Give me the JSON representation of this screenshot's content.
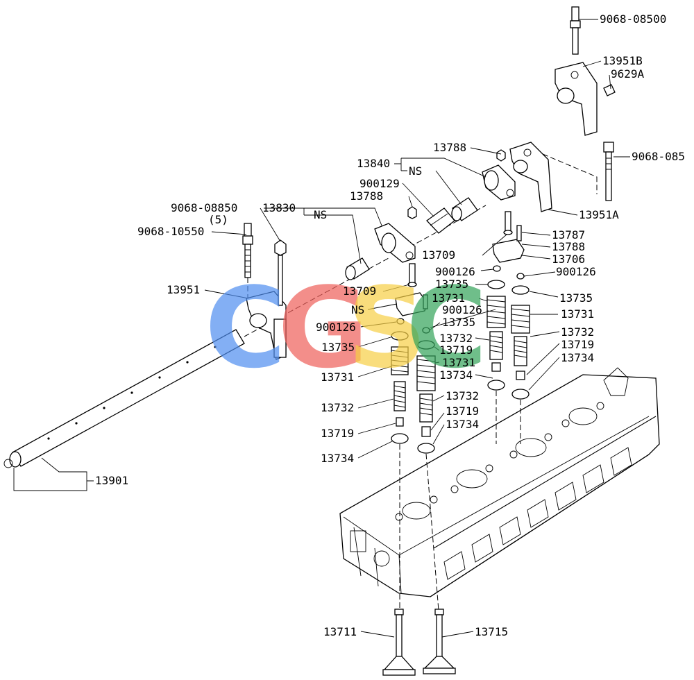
{
  "labels": {
    "p9068_08500": "9068-08500",
    "p13951B": "13951B",
    "p9629A": "9629A",
    "p13788_top": "13788",
    "p9068_085": "9068-085",
    "p13840": "13840",
    "ns_top": "NS",
    "p900129": "900129",
    "p13788_mid": "13788",
    "p13951A": "13951A",
    "p9068_08850": "9068-08850",
    "p13830": "13830",
    "ns_mid": "NS",
    "qty5": "(5)",
    "p9068_10550": "9068-10550",
    "p13787": "13787",
    "p13709_r": "13709",
    "p13788_r": "13788",
    "p13706": "13706",
    "p900126_l": "900126",
    "p900126_r": "900126",
    "p13735_a": "13735",
    "p13735_r": "13735",
    "p13951": "13951",
    "p13709_l": "13709",
    "p13731_a": "13731",
    "ns_low": "NS",
    "p900126_c": "900126",
    "p13731_r": "13731",
    "p13735_b": "13735",
    "p900126_low": "900126",
    "p13732_a": "13732",
    "p13732_r": "13732",
    "p13735_l": "13735",
    "p13719_a": "13719",
    "p13719_r": "13719",
    "p13731_b": "13731",
    "p13734_r": "13734",
    "p13731_l": "13731",
    "p13734_a": "13734",
    "p13732_b": "13732",
    "p13732_l": "13732",
    "p13719_b": "13719",
    "p13734_b": "13734",
    "p13719_l": "13719",
    "p13734_l": "13734",
    "p13901": "13901",
    "p13711": "13711",
    "p13715": "13715"
  },
  "watermark": {
    "letters": [
      "C",
      "G",
      "S",
      "C"
    ],
    "colors": [
      "#4f8ef0",
      "#ef5f5a",
      "#f7cf45",
      "#33a35a"
    ]
  }
}
